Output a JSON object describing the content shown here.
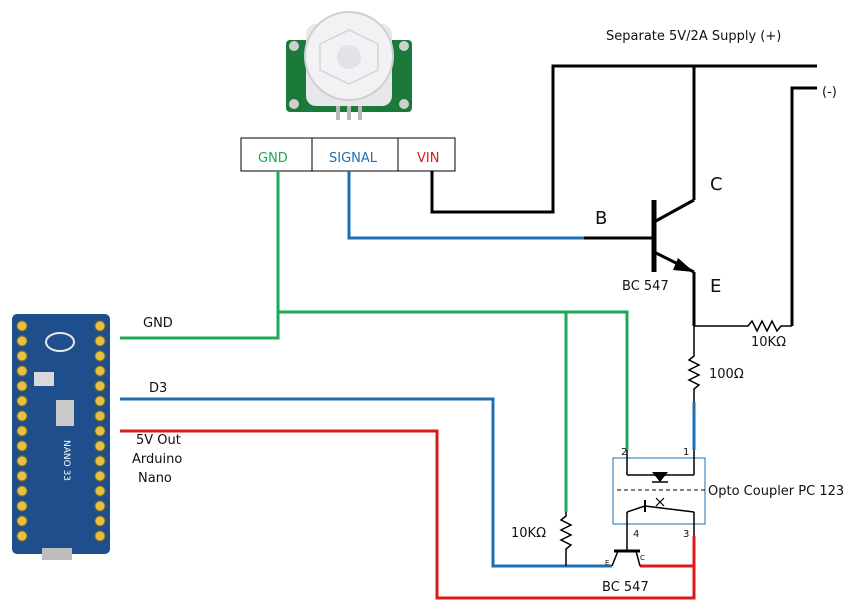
{
  "header_pins": {
    "gnd": {
      "label": "GND",
      "color": "#1aaa55"
    },
    "signal": {
      "label": "SIGNAL",
      "color": "#1f6fb0"
    },
    "vin": {
      "label": "VIN",
      "color": "#d91a1a"
    }
  },
  "supply": {
    "positive": "Separate 5V/2A Supply (+)",
    "negative": "(-)"
  },
  "transistor_main": {
    "part": "BC 547",
    "collector": "C",
    "base": "B",
    "emitter": "E"
  },
  "resistors": {
    "r_10k_top": "10KΩ",
    "r_100": "100Ω",
    "r_10k_bottom": "10KΩ"
  },
  "arduino_lines": {
    "gnd": "GND",
    "d3": "D3",
    "vout_line1": "5V Out",
    "vout_line2": "Arduino",
    "vout_line3": "Nano"
  },
  "optocoupler": {
    "label": "Opto Coupler PC 123",
    "pin1": "1",
    "pin2": "2",
    "pin3": "3",
    "pin4": "4"
  },
  "transistor_small": {
    "part": "BC 547",
    "e": "E",
    "c": "C"
  },
  "arduino_board": {
    "silkscreen": "NANO 33"
  },
  "colors": {
    "green": "#1aaa55",
    "blue": "#1f6fb0",
    "red": "#d91a1a",
    "board": "#1e4e8c",
    "pcb_green": "#1b7a3a"
  }
}
